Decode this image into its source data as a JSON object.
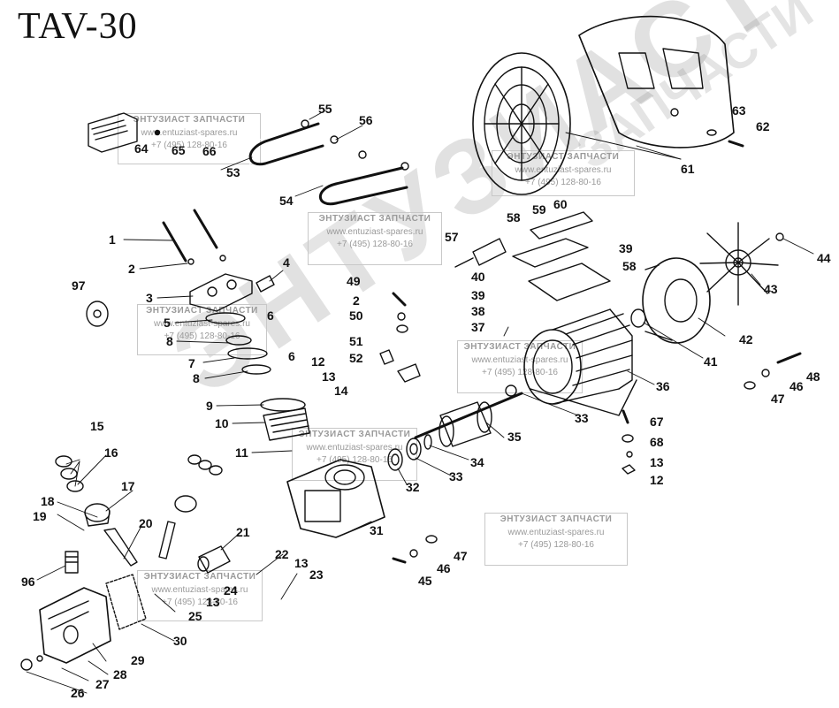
{
  "title": "TAV-30",
  "watermark": {
    "name": "ЭНТУЗИАСТ ЗАПЧАСТИ",
    "url": "www.entuziast-spares.ru",
    "phone": "+7 (495) 128-80-16",
    "big_text": "ЭНТУЗИАСТ",
    "small_text": "ЗАПЧАСТИ"
  },
  "labels": [
    {
      "id": "l1",
      "text": "1"
    },
    {
      "id": "l2",
      "text": "2"
    },
    {
      "id": "l3",
      "text": "3"
    },
    {
      "id": "l4",
      "text": "4"
    },
    {
      "id": "l5",
      "text": "5"
    },
    {
      "id": "l6a",
      "text": "6"
    },
    {
      "id": "l6b",
      "text": "6"
    },
    {
      "id": "l7",
      "text": "7"
    },
    {
      "id": "l8a",
      "text": "8"
    },
    {
      "id": "l8b",
      "text": "8"
    },
    {
      "id": "l9",
      "text": "9"
    },
    {
      "id": "l10",
      "text": "10"
    },
    {
      "id": "l11",
      "text": "11"
    },
    {
      "id": "l12a",
      "text": "12"
    },
    {
      "id": "l12b",
      "text": "12"
    },
    {
      "id": "l13a",
      "text": "13"
    },
    {
      "id": "l13b",
      "text": "13"
    },
    {
      "id": "l13c",
      "text": "13"
    },
    {
      "id": "l13d",
      "text": "13"
    },
    {
      "id": "l14",
      "text": "14"
    },
    {
      "id": "l15",
      "text": "15"
    },
    {
      "id": "l16",
      "text": "16"
    },
    {
      "id": "l17",
      "text": "17"
    },
    {
      "id": "l18",
      "text": "18"
    },
    {
      "id": "l19",
      "text": "19"
    },
    {
      "id": "l20",
      "text": "20"
    },
    {
      "id": "l21",
      "text": "21"
    },
    {
      "id": "l22",
      "text": "22"
    },
    {
      "id": "l23",
      "text": "23"
    },
    {
      "id": "l24",
      "text": "24"
    },
    {
      "id": "l25",
      "text": "25"
    },
    {
      "id": "l26",
      "text": "26"
    },
    {
      "id": "l27",
      "text": "27"
    },
    {
      "id": "l28",
      "text": "28"
    },
    {
      "id": "l29",
      "text": "29"
    },
    {
      "id": "l30",
      "text": "30"
    },
    {
      "id": "l31",
      "text": "31"
    },
    {
      "id": "l32",
      "text": "32"
    },
    {
      "id": "l33a",
      "text": "33"
    },
    {
      "id": "l33b",
      "text": "33"
    },
    {
      "id": "l34",
      "text": "34"
    },
    {
      "id": "l35",
      "text": "35"
    },
    {
      "id": "l36",
      "text": "36"
    },
    {
      "id": "l37",
      "text": "37"
    },
    {
      "id": "l38",
      "text": "38"
    },
    {
      "id": "l39a",
      "text": "39"
    },
    {
      "id": "l39b",
      "text": "39"
    },
    {
      "id": "l40",
      "text": "40"
    },
    {
      "id": "l41",
      "text": "41"
    },
    {
      "id": "l42",
      "text": "42"
    },
    {
      "id": "l43",
      "text": "43"
    },
    {
      "id": "l44",
      "text": "44"
    },
    {
      "id": "l45",
      "text": "45"
    },
    {
      "id": "l46a",
      "text": "46"
    },
    {
      "id": "l46b",
      "text": "46"
    },
    {
      "id": "l47a",
      "text": "47"
    },
    {
      "id": "l47b",
      "text": "47"
    },
    {
      "id": "l48",
      "text": "48"
    },
    {
      "id": "l49",
      "text": "49"
    },
    {
      "id": "l50",
      "text": "50"
    },
    {
      "id": "l51",
      "text": "51"
    },
    {
      "id": "l52",
      "text": "52"
    },
    {
      "id": "l53",
      "text": "53"
    },
    {
      "id": "l54",
      "text": "54"
    },
    {
      "id": "l55",
      "text": "55"
    },
    {
      "id": "l56",
      "text": "56"
    },
    {
      "id": "l57",
      "text": "57"
    },
    {
      "id": "l58a",
      "text": "58"
    },
    {
      "id": "l58b",
      "text": "58"
    },
    {
      "id": "l59",
      "text": "59"
    },
    {
      "id": "l60",
      "text": "60"
    },
    {
      "id": "l61",
      "text": "61"
    },
    {
      "id": "l62",
      "text": "62"
    },
    {
      "id": "l63",
      "text": "63"
    },
    {
      "id": "l64",
      "text": "64"
    },
    {
      "id": "l65",
      "text": "65"
    },
    {
      "id": "l66",
      "text": "66"
    },
    {
      "id": "l67",
      "text": "67"
    },
    {
      "id": "l68",
      "text": "68"
    },
    {
      "id": "l96",
      "text": "96"
    },
    {
      "id": "l97",
      "text": "97"
    },
    {
      "id": "l2b",
      "text": "2"
    }
  ]
}
